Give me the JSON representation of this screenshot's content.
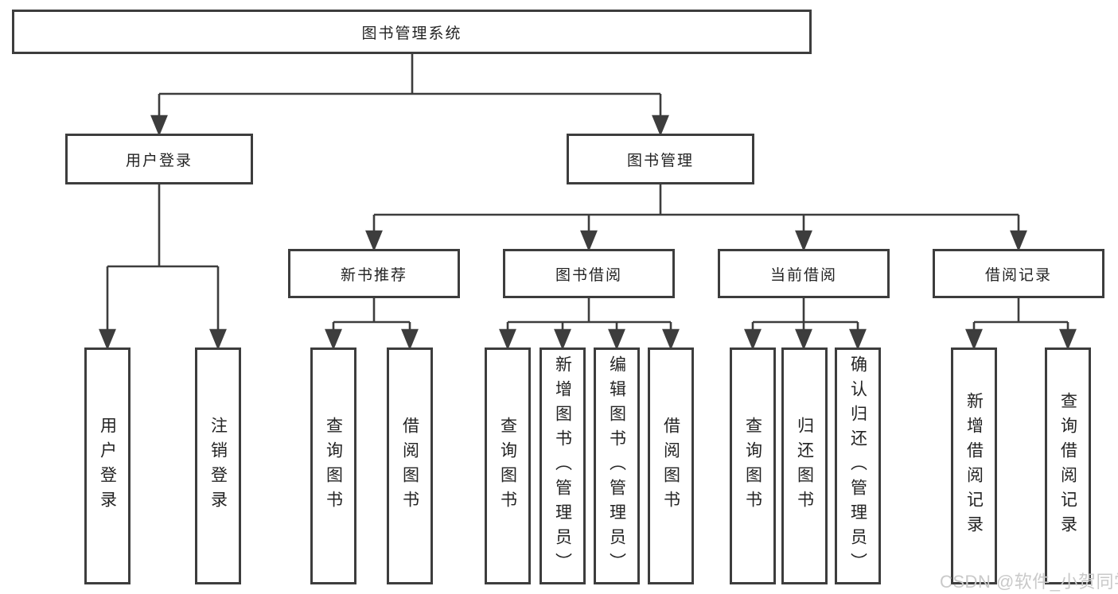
{
  "colors": {
    "line": "#3d3d3d",
    "box_border": "#3d3d3d",
    "text": "#232323",
    "background": "#ffffff",
    "watermark": "#c9c9c9"
  },
  "watermark": {
    "text": "CSDN @软件_小贺同学"
  },
  "tree": {
    "root": {
      "label": "图书管理系统"
    },
    "branches": [
      {
        "label": "用户登录",
        "children": [
          {
            "label": "用户登录"
          },
          {
            "label": "注销登录"
          }
        ]
      },
      {
        "label": "图书管理",
        "groups": [
          {
            "label": "新书推荐",
            "children": [
              {
                "label": "查询图书"
              },
              {
                "label": "借阅图书"
              }
            ]
          },
          {
            "label": "图书借阅",
            "children": [
              {
                "label": "查询图书"
              },
              {
                "label": "新增图书（管理员）"
              },
              {
                "label": "编辑图书（管理员）"
              },
              {
                "label": "借阅图书"
              }
            ]
          },
          {
            "label": "当前借阅",
            "children": [
              {
                "label": "查询图书"
              },
              {
                "label": "归还图书"
              },
              {
                "label": "确认归还（管理员）"
              }
            ]
          },
          {
            "label": "借阅记录",
            "children": [
              {
                "label": "新增借阅记录"
              },
              {
                "label": "查询借阅记录"
              }
            ]
          }
        ]
      }
    ]
  }
}
